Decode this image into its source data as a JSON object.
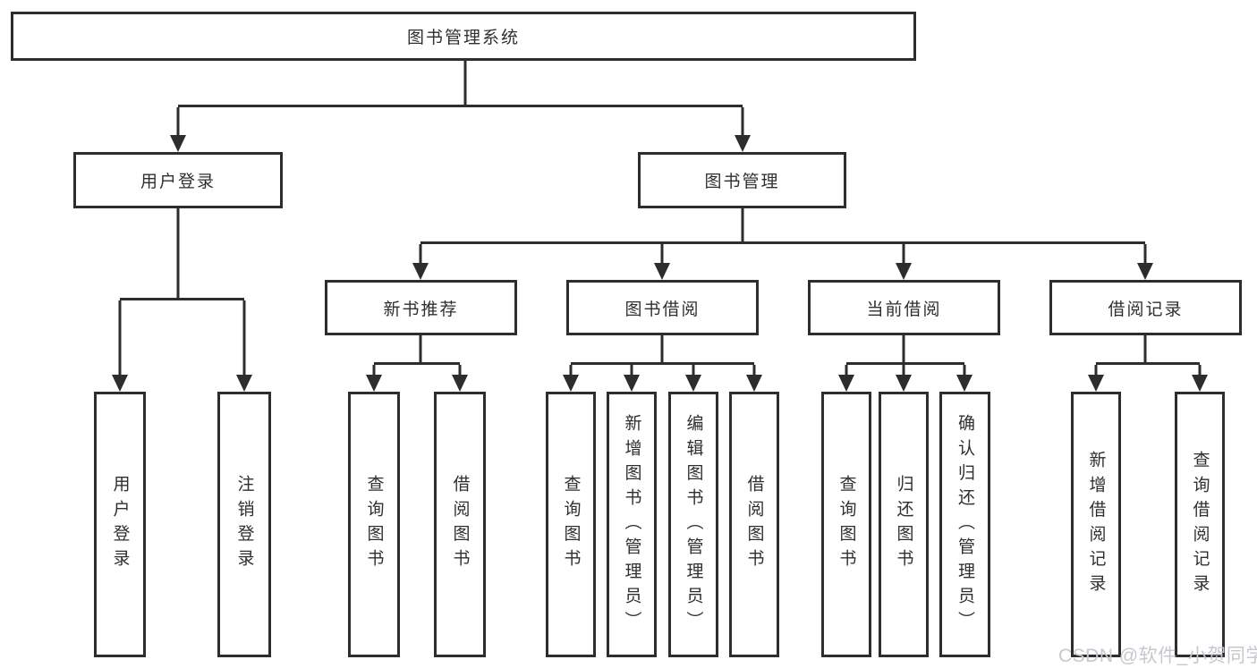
{
  "nodes": {
    "root": "图书管理系统",
    "level2": [
      "用户登录",
      "图书管理"
    ],
    "level3": [
      "新书推荐",
      "图书借阅",
      "当前借阅",
      "借阅记录"
    ],
    "leaves": {
      "user_login": [
        "用户登录",
        "注销登录"
      ],
      "new_book_recommend": [
        "查询图书",
        "借阅图书"
      ],
      "book_borrow": [
        "查询图书",
        "新增图书（管理员）",
        "编辑图书（管理员）",
        "借阅图书"
      ],
      "current_borrow": [
        "查询图书",
        "归还图书",
        "确认归还（管理员）"
      ],
      "borrow_record": [
        "新增借阅记录",
        "查询借阅记录"
      ]
    }
  },
  "watermark": "CSDN @软件_小贺同学",
  "colors": {
    "line": "#2d2d2d",
    "text": "#2f2f2f",
    "box_fill": "#ffffff",
    "watermark": "#c5c8ce",
    "background": "#ffffff"
  }
}
